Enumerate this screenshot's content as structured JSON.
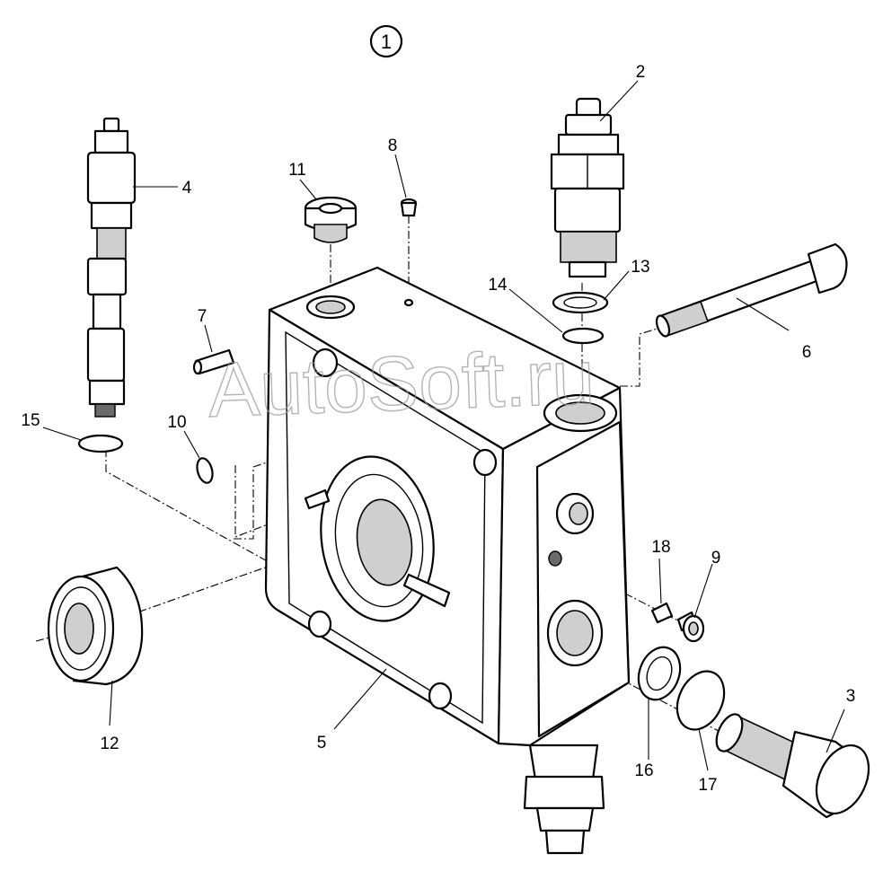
{
  "title_number": "1",
  "watermark": "AutoSoft.ru",
  "callouts": [
    "2",
    "3",
    "4",
    "5",
    "6",
    "7",
    "8",
    "9",
    "10",
    "11",
    "12",
    "13",
    "14",
    "15",
    "16",
    "17",
    "18"
  ]
}
